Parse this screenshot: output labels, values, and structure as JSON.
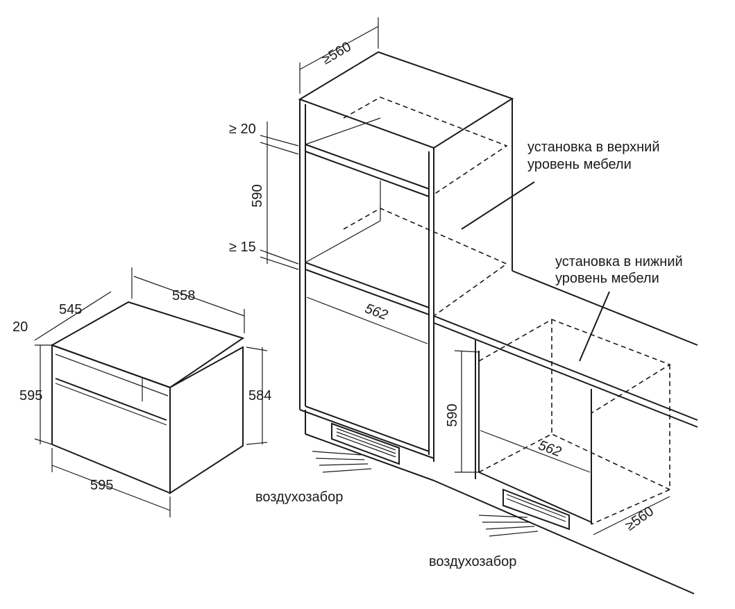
{
  "upper_cabinet": {
    "depth": "≥560",
    "gap_top": "≥ 20",
    "niche_height": "590",
    "gap_bottom": "≥ 15",
    "niche_width": "562",
    "label_line1": "установка в верхний",
    "label_line2": "уровень мебели",
    "air_intake": "воздухозабор"
  },
  "lower_cabinet": {
    "label_line1": "установка в нижний",
    "label_line2": "уровень мебели",
    "niche_height": "590",
    "niche_width": "562",
    "depth": "≥560",
    "air_intake": "воздухозабор"
  },
  "oven": {
    "depth": "545",
    "width_top": "558",
    "front_thickness": "20",
    "front_height": "595",
    "body_height": "584",
    "width": "595"
  }
}
